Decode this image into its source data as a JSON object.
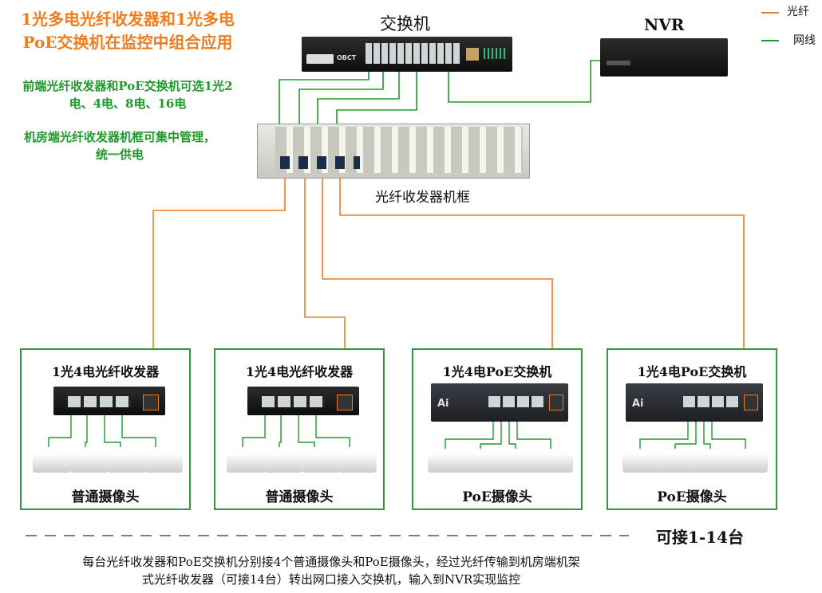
{
  "title": {
    "line1": "1光多电光纤收发器和1光多电",
    "line2": "PoE交换机在监控中组合应用"
  },
  "notes": {
    "note1_line1": "前端光纤收发器和PoE交换机可选1光2",
    "note1_line2": "电、4电、8电、16电",
    "note2_line1": "机房端光纤收发器机框可集中管理，",
    "note2_line2": "统一供电"
  },
  "legend": {
    "fiber_label": "光纤",
    "fiber_color": "#f07c1e",
    "cable_label": "网线",
    "cable_color": "#1f9a2a"
  },
  "devices": {
    "switch_label": "交换机",
    "nvr_label": "NVR",
    "chassis_label": "光纤收发器机框",
    "switch_brand": "OBCT"
  },
  "panels": [
    {
      "title": "1光4电光纤收发器",
      "camera_label": "普通摄像头",
      "type": "transceiver"
    },
    {
      "title": "1光4电光纤收发器",
      "camera_label": "普通摄像头",
      "type": "transceiver"
    },
    {
      "title": "1光4电PoE交换机",
      "camera_label": "PoE摄像头",
      "type": "poe"
    },
    {
      "title": "1光4电PoE交换机",
      "camera_label": "PoE摄像头",
      "type": "poe"
    }
  ],
  "capacity_label": "可接1-14台",
  "footer": {
    "line1": "每台光纤收发器和PoE交换机分别接4个普通摄像头和PoE摄像头，经过光纤传输到机房端机架",
    "line2": "式光纤收发器（可接14台）转出网口接入交换机，输入到NVR实现监控"
  }
}
